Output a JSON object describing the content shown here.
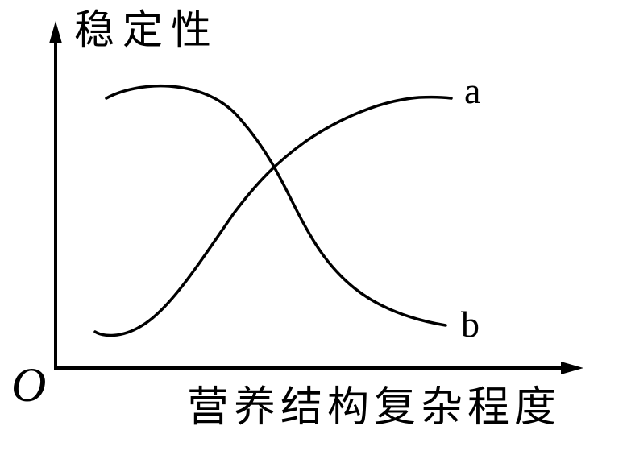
{
  "chart_data": {
    "type": "line",
    "title": "",
    "xlabel": "营养结构复杂程度",
    "ylabel": "稳定性",
    "origin_label": "O",
    "grid": false,
    "legend_position": "inline-end-of-line",
    "x": [
      0,
      0.1,
      0.2,
      0.3,
      0.4,
      0.5,
      0.6,
      0.7,
      0.8,
      0.9,
      1.0
    ],
    "series": [
      {
        "name": "a",
        "description": "S-shaped increasing curve: stability rises with structural complexity",
        "values": [
          0.14,
          0.16,
          0.28,
          0.46,
          0.62,
          0.74,
          0.83,
          0.89,
          0.93,
          0.95,
          0.96
        ]
      },
      {
        "name": "b",
        "description": "Reverse S-shaped decreasing curve: stability falls with structural complexity",
        "values": [
          0.96,
          0.99,
          0.97,
          0.88,
          0.74,
          0.55,
          0.36,
          0.24,
          0.18,
          0.15,
          0.14
        ]
      }
    ],
    "crossing_point": {
      "x": 0.45,
      "y": 0.68
    },
    "xlim": [
      0,
      1
    ],
    "ylim": [
      0,
      1
    ],
    "tick_labels": false
  },
  "labels": {
    "y_axis": "稳定性",
    "x_axis": "营养结构复杂程度",
    "origin": "O",
    "series_a": "a",
    "series_b": "b"
  }
}
